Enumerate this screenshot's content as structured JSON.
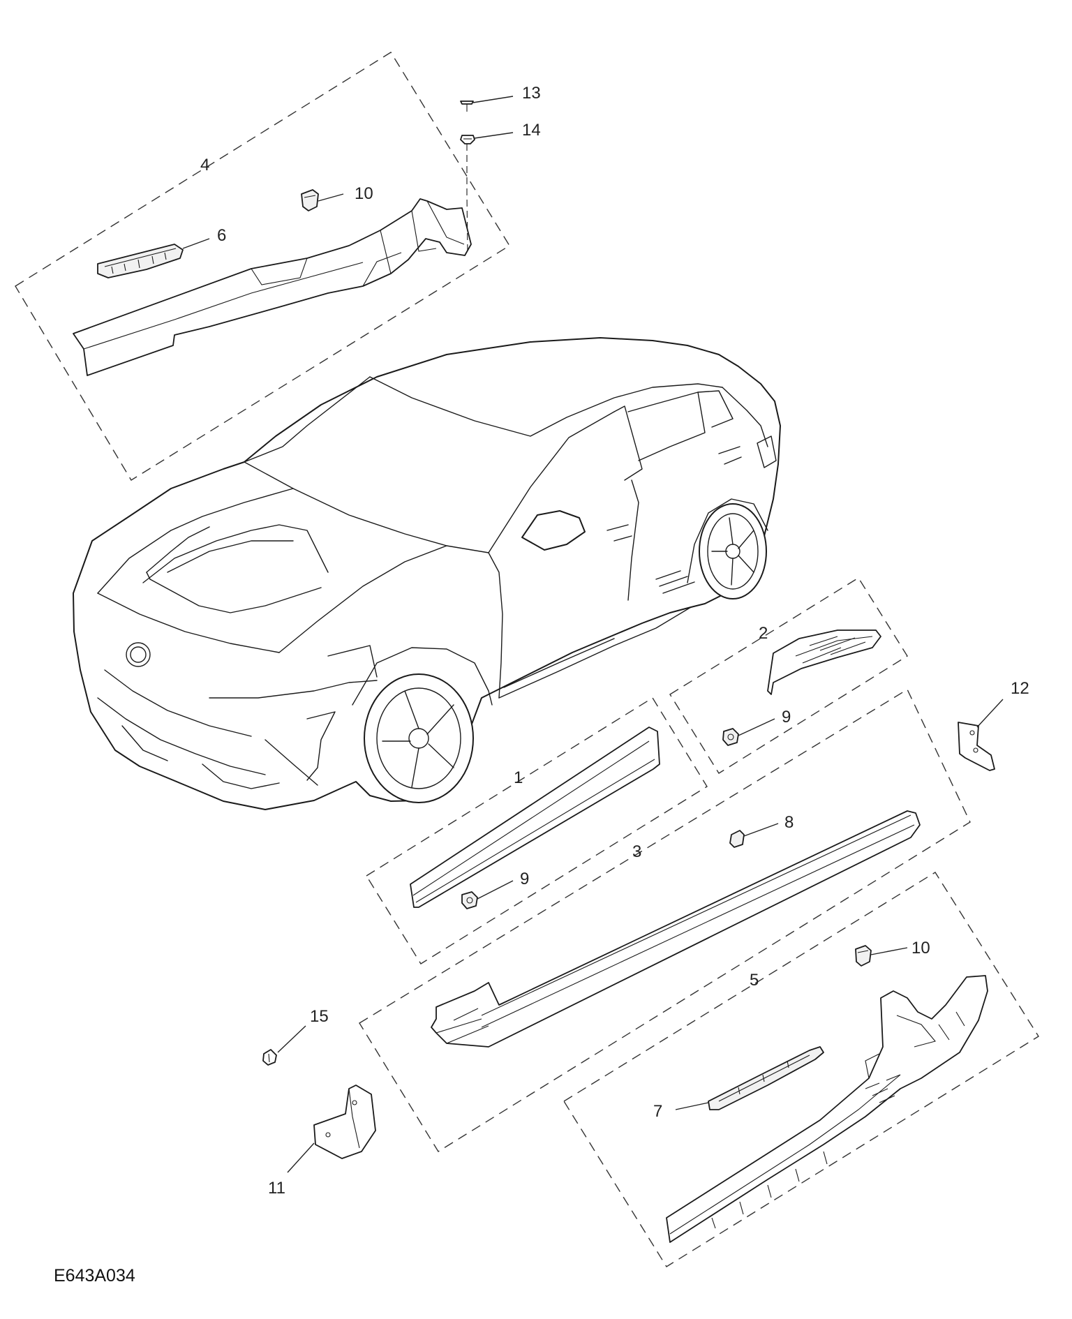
{
  "drawing": {
    "code": "E643A034",
    "callouts": [
      "1",
      "2",
      "3",
      "4",
      "5",
      "6",
      "7",
      "8",
      "9",
      "9",
      "10",
      "10",
      "11",
      "12",
      "13",
      "14",
      "15"
    ]
  }
}
